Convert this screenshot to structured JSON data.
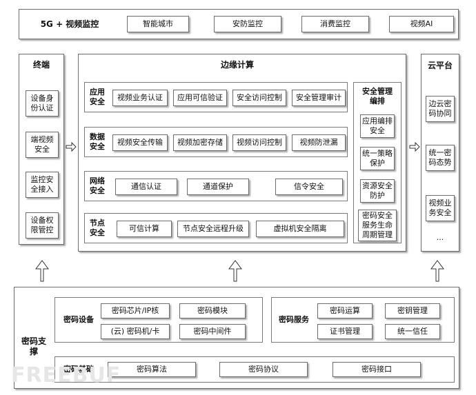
{
  "top": {
    "title": "5G + 视频监控",
    "items": [
      "智能城市",
      "安防监控",
      "消费监控",
      "视频AI"
    ]
  },
  "terminal": {
    "title": "终端",
    "items": [
      "设备身份认证",
      "端视频安全",
      "监控安全接入",
      "设备权限管控"
    ]
  },
  "edge": {
    "title": "边缘计算",
    "rows": [
      {
        "label": "应用安全",
        "items": [
          "视频业务认证",
          "应用可信验证",
          "安全访问控制",
          "安全管理审计"
        ]
      },
      {
        "label": "数据安全",
        "items": [
          "视频安全传输",
          "视频加密存储",
          "视频访问控制",
          "视频防泄漏"
        ]
      },
      {
        "label": "网络安全",
        "items": [
          "通信认证",
          "通道保护",
          "信令安全"
        ]
      },
      {
        "label": "节点安全",
        "items": [
          "可信计算",
          "节点安全远程升级",
          "虚拟机安全隔离"
        ]
      }
    ],
    "orchestration": {
      "title": "安全管理编排",
      "items": [
        "应用编排安全",
        "统一策略保护",
        "资源安全防护",
        "密码安全服务生命周期管理"
      ]
    }
  },
  "cloud": {
    "title": "云平台",
    "items": [
      "边云密码协同",
      "统一密码态势",
      "视频业务安全",
      "..."
    ]
  },
  "crypto": {
    "title": "密码支撑",
    "device": {
      "title": "密码设备",
      "items": [
        "密码芯片/IP核",
        "密码模块",
        "(云) 密码机/卡",
        "密码中间件"
      ]
    },
    "service": {
      "title": "密码服务",
      "items": [
        "密码运算",
        "密钥管理",
        "证书管理",
        "统一信任"
      ]
    },
    "base": {
      "title": "密码基础",
      "items": [
        "密码算法",
        "密码协议",
        "密码接口"
      ]
    }
  },
  "watermark": "FREEBUF",
  "colors": {
    "border": "#6b6b6b",
    "line": "#222222",
    "watermark": "#e6e6e6"
  }
}
